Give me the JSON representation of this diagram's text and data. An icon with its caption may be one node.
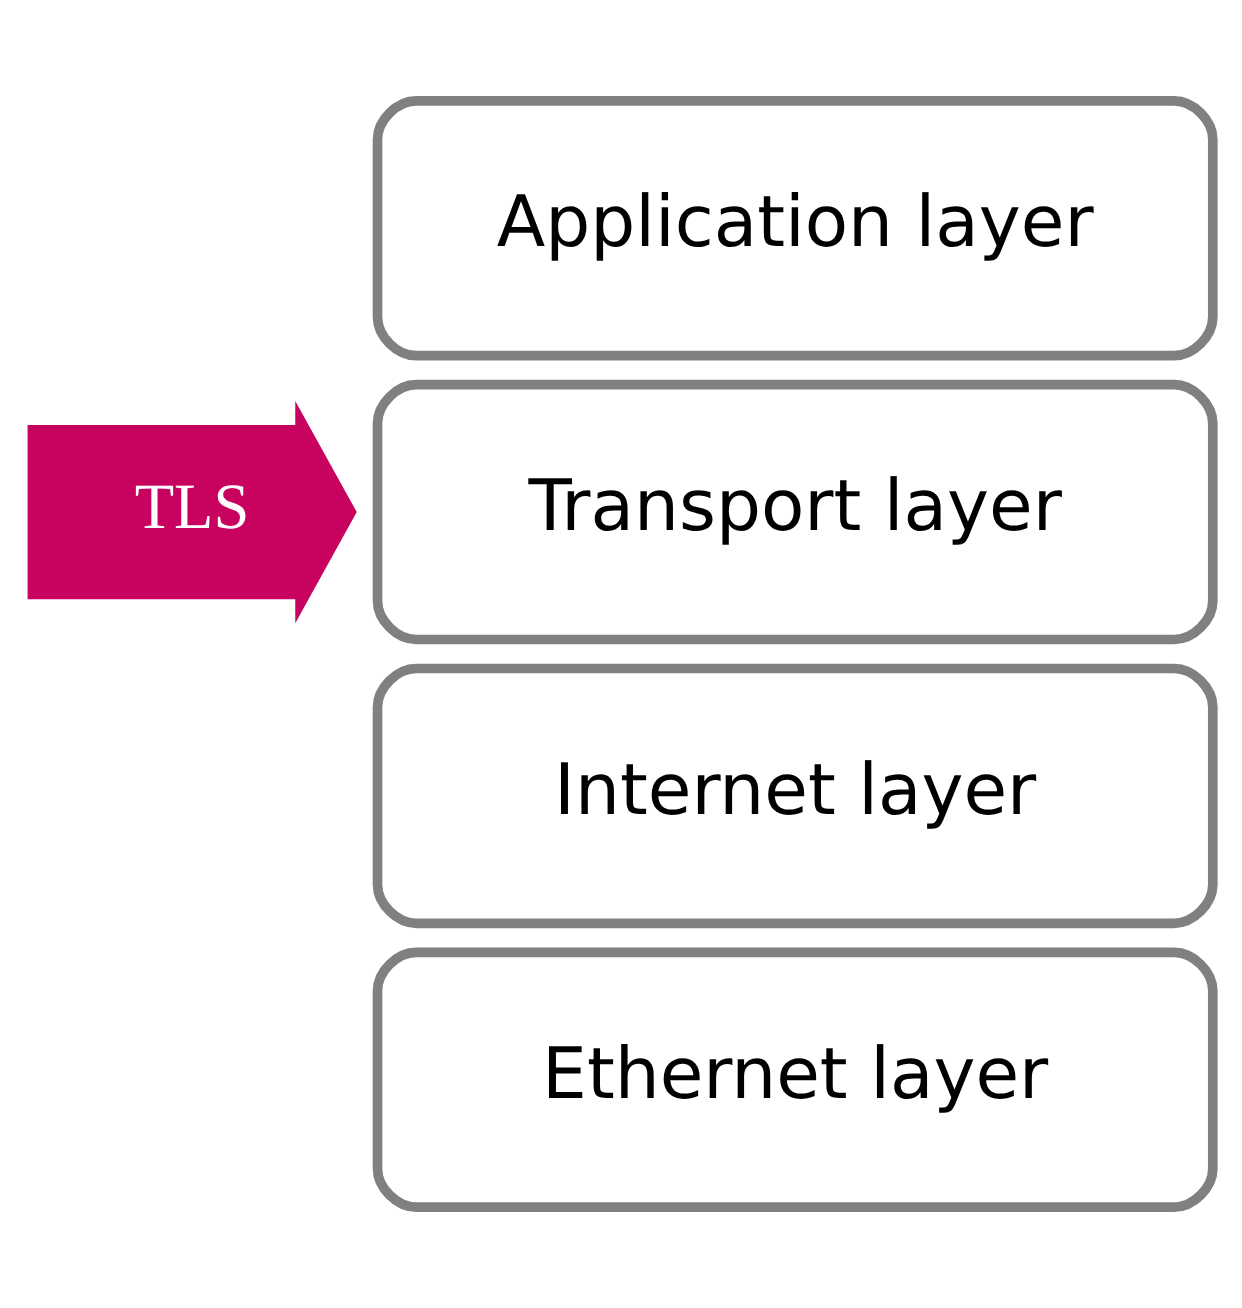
{
  "diagram": {
    "nodes": [
      {
        "text": [
          "Application layer"
        ]
      },
      {
        "text": [
          "TLS"
        ]
      },
      {
        "text": [
          "Transport layer"
        ]
      },
      {
        "text": [
          "Internet layer"
        ]
      },
      {
        "text": [
          "Ethernet layer"
        ]
      }
    ]
  }
}
